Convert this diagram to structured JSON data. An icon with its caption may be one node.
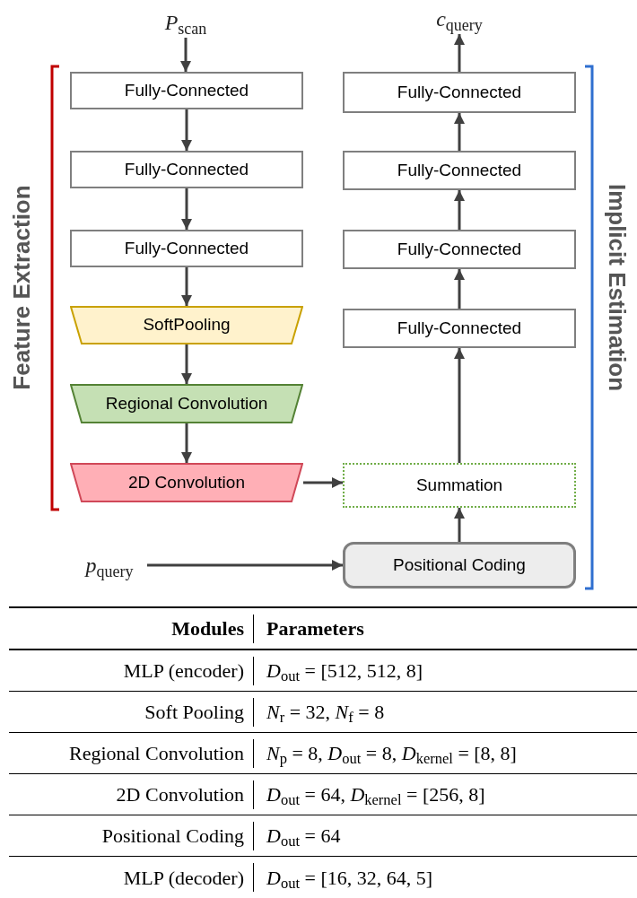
{
  "diagram": {
    "nodes": [
      {
        "text": [
          "*P*$_{scan}$"
        ]
      },
      {
        "text": [
          "Fully-Connected"
        ]
      },
      {
        "text": [
          "Fully-Connected"
        ]
      },
      {
        "text": [
          "Fully-Connected"
        ]
      },
      {
        "text": [
          "SoftPooling"
        ]
      },
      {
        "text": [
          "Regional Convolution"
        ]
      },
      {
        "text": [
          "2D Convolution"
        ]
      },
      {
        "text": [
          "*c*$_{query}$"
        ]
      },
      {
        "text": [
          "Fully-Connected"
        ]
      },
      {
        "text": [
          "Fully-Connected"
        ]
      },
      {
        "text": [
          "Fully-Connected"
        ]
      },
      {
        "text": [
          "Fully-Connected"
        ]
      },
      {
        "text": [
          "Summation"
        ]
      },
      {
        "text": [
          "Positional Coding"
        ]
      },
      {
        "text": [
          "*p*$_{query}$"
        ]
      }
    ],
    "edges": [
      {
        "from": 0,
        "to": 1,
        "arrow": "to"
      },
      {
        "from": 1,
        "to": 2,
        "arrow": "to"
      },
      {
        "from": 2,
        "to": 3,
        "arrow": "to"
      },
      {
        "from": 3,
        "to": 4,
        "arrow": "to"
      },
      {
        "from": 4,
        "to": 5,
        "arrow": "to"
      },
      {
        "from": 5,
        "to": 6,
        "arrow": "to"
      },
      {
        "from": 6,
        "to": 12,
        "arrow": "to"
      },
      {
        "from": 14,
        "to": 13,
        "arrow": "to"
      },
      {
        "from": 13,
        "to": 12,
        "arrow": "to"
      },
      {
        "from": 12,
        "to": 11,
        "arrow": "to"
      },
      {
        "from": 11,
        "to": 10,
        "arrow": "to"
      },
      {
        "from": 10,
        "to": 9,
        "arrow": "to"
      },
      {
        "from": 9,
        "to": 8,
        "arrow": "to"
      },
      {
        "from": 8,
        "to": 7,
        "arrow": "to"
      }
    ],
    "labels": [
      "Feature Extraction",
      "Implicit Estimation",
      "Modules",
      "Parameters",
      "MLP (encoder)",
      "*D*$_{out}$ = [512, 512, 8]",
      "Soft Pooling",
      "*N*$_{r}$ = 32, *N*$_{f}$ = 8",
      "Regional Convolution",
      "*N*$_{p}$ = 8, *D*$_{out}$ = 8, *D*$_{kernel}$ = [8, 8]",
      "2D Convolution",
      "*D*$_{out}$ = 64, *D*$_{kernel}$ = [256, 8]",
      "Positional Coding",
      "*D*$_{out}$ = 64",
      "MLP (decoder)",
      "*D*$_{out}$ = [16, 32, 64, 5]"
    ]
  }
}
